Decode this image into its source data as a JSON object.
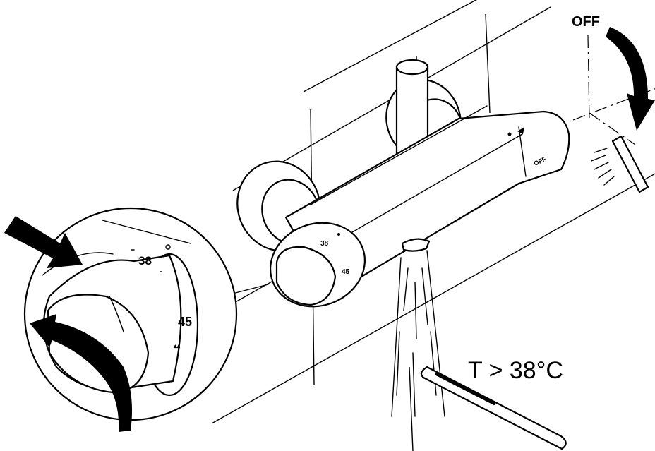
{
  "labels": {
    "off": "OFF",
    "temperature": "T > 38°C",
    "body_off": "OFF",
    "dial_38": "38",
    "dial_45": "45",
    "knob_38": "38",
    "knob_45": "45"
  },
  "colors": {
    "line": "#000000",
    "background": "#ffffff"
  },
  "icons": {
    "push_arrow": "arrow-right-icon",
    "rotate_arrow": "curved-arrow-icon",
    "off_arrow": "curved-arrow-down-icon",
    "spray": "spray-icon",
    "thermometer": "thermometer-icon"
  }
}
